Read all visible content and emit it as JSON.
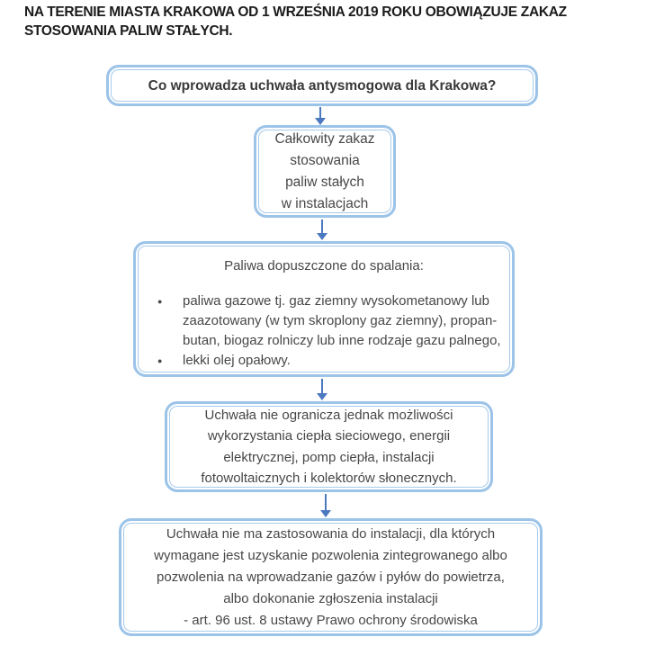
{
  "theme": {
    "background": "#FFFFFF",
    "border_blue": "#9CC3E8",
    "inner_ring_blue": "#A6CAEB",
    "arrow_blue": "#4B79C0",
    "header_text": "#1B1B1B",
    "body_text": "#474747"
  },
  "header": {
    "lines": [
      "NA TERENIE MIASTA KRAKOWA OD 1 WRZEŚNIA 2019 ROKU OBOWIĄZUJE ZAKAZ",
      "STOSOWANIA PALIW STAŁYCH."
    ]
  },
  "flowchart": {
    "boxes": [
      {
        "id": "question",
        "lines": [
          "Co wprowadza uchwała antysmogowa dla Krakowa?"
        ]
      },
      {
        "id": "total-ban",
        "lines": [
          "Całkowity zakaz",
          "stosowania",
          "paliw stałych",
          "w instalacjach"
        ]
      },
      {
        "id": "allowed-fuels",
        "title": "Paliwa dopuszczone do spalania:",
        "bullets": [
          {
            "lines": [
              "paliwa gazowe tj. gaz ziemny wysokometanowy lub",
              "zaazotowany (w tym skroplony gaz ziemny), propan-",
              "butan, biogaz rolniczy lub inne rodzaje gazu palnego,"
            ]
          },
          {
            "lines": [
              "lekki olej opałowy."
            ]
          }
        ]
      },
      {
        "id": "heat-sources-allowed",
        "lines": [
          "Uchwała nie ogranicza jednak możliwości",
          "wykorzystania ciepła sieciowego, energii",
          "elektrycznej, pomp ciepła, instalacji",
          "fotowoltaicznych i kolektorów słonecznych."
        ]
      },
      {
        "id": "permit-exemptions",
        "lines": [
          "Uchwała nie ma zastosowania do instalacji, dla których",
          "wymagane jest uzyskanie pozwolenia zintegrowanego albo",
          "pozwolenia na wprowadzanie gazów i pyłów do powietrza,",
          "albo dokonanie zgłoszenia instalacji",
          "- art. 96 ust. 8 ustawy Prawo ochrony środowiska"
        ]
      }
    ]
  }
}
